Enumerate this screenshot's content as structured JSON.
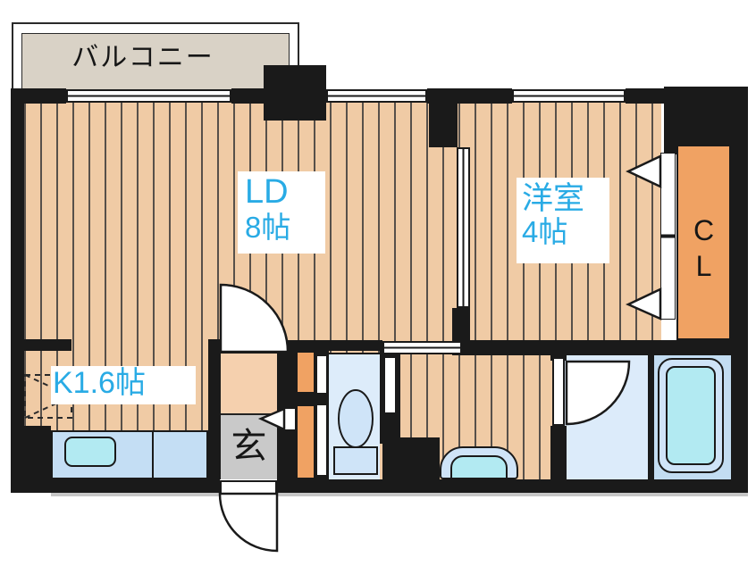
{
  "plan_title": "apartment-floor-plan",
  "rooms": {
    "balcony": {
      "label": "バルコニー"
    },
    "living_dining": {
      "name": "LD",
      "size": "8帖"
    },
    "western_room": {
      "name": "洋室",
      "size": "4帖"
    },
    "kitchen": {
      "label": "K1.6帖"
    },
    "entrance": {
      "label": "玄"
    },
    "closet": {
      "line1": "C",
      "line2": "L"
    }
  },
  "fixtures": [
    "kitchen-sink",
    "refrigerator-space",
    "toilet",
    "washbasin",
    "washing-machine-pan",
    "bathtub",
    "closet-folding-door"
  ],
  "colors": {
    "wall": "#1a1a1a",
    "wood_floor": "#f0cba5",
    "wood_line": "#57504a",
    "balcony_floor": "#d9d2c6",
    "closet_orange": "#f0a263",
    "entrance_gray": "#c9c9c9",
    "toilet_floor": "#ddecfa",
    "washroom_floor": "#dcebfa",
    "bathroom_floor": "#c3ddf2",
    "fixture_light_blue": "#cfe4f8",
    "fixture_cyan": "#b2eaf2",
    "counter_blue": "#c4def4",
    "hall_floor": "#f5d0ae",
    "label_blue": "#29abe5"
  }
}
